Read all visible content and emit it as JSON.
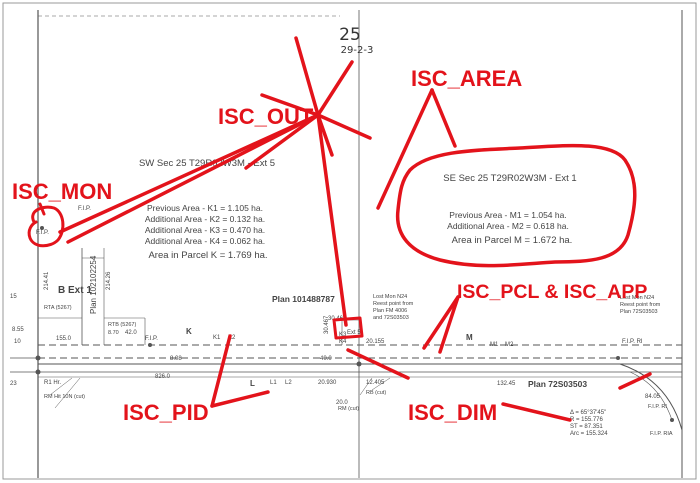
{
  "colors": {
    "callout": "#e3131b",
    "linework": "#555555",
    "frame": "#999999"
  },
  "plan": {
    "section_number": "25",
    "section_ref": "29-2-3",
    "sw_title": "SW Sec 25 T29R02W3M - Ext 5",
    "sw_lines": [
      "Previous Area - K1 = 1.105 ha.",
      "Additional Area - K2 = 0.132 ha.",
      "Additional Area - K3 = 0.470 ha.",
      "Additional Area - K4 = 0.062 ha.",
      "Area in Parcel K = 1.769 ha."
    ],
    "se_title": "SE Sec 25 T29R02W3M - Ext 1",
    "se_lines": [
      "Previous Area - M1 = 1.054 ha.",
      "Additional Area - M2 = 0.618 ha.",
      "Area in Parcel M = 1.672 ha."
    ],
    "fip": "F.I.P.",
    "fip_ri": "F.I.P. RI",
    "fip_ria": "F.I.P. RIA",
    "b_ext": "B Ext 1",
    "plan_left": "Plan 102102254",
    "plan_middle": "Plan 101488787",
    "plan_right": "Plan 72S03503",
    "rta": "RTA (5267)",
    "rtb": "RTB (5267)",
    "v8_70": "8.70",
    "v155": "155.0",
    "v8_55": "8.55",
    "v42": "42.0",
    "v214": "214.41",
    "v214b": "214.26",
    "v15": "15",
    "v23": "23",
    "v10": "10",
    "v20_155": "20.155",
    "v20_930": "20.930",
    "v12_405": "12.405",
    "v20_0": "20.0",
    "v30_467": "30.467",
    "v132_45": "132.45",
    "v84_05": "84.05",
    "v826": "826.0",
    "v808": "8.08",
    "v40": "40.0",
    "k": "K",
    "k1": "K1",
    "k2": "K2",
    "k3": "K3",
    "k4": "K4",
    "ext5": "Ext 5",
    "l": "L",
    "l1": "L1",
    "l2": "L2",
    "m": "M",
    "m1": "M1",
    "m2": "M2",
    "lost_mon_1": [
      "Lost Mon N24",
      "Reest point from",
      "Plan FM 4006",
      "and 72S03503"
    ],
    "lost_mon_2": [
      "Lost Mon N24",
      "Reest point from",
      "Plan 72S03503"
    ],
    "r1": "R1 Hr.",
    "rm_hit": "RM Hit 10N (cut)",
    "rb_cut": "RB (cut)",
    "rm_cut": "RM (cut)",
    "curve": [
      "Δ = 65°37'45\"",
      "R = 155.776",
      "ST = 87.351",
      "Arc = 155.324"
    ]
  },
  "callouts": {
    "out": "ISC_OUT",
    "area": "ISC_AREA",
    "mon": "ISC_MON",
    "pcl_app": "ISC_PCL & ISC_APP",
    "pid": "ISC_PID",
    "dim": "ISC_DIM"
  }
}
